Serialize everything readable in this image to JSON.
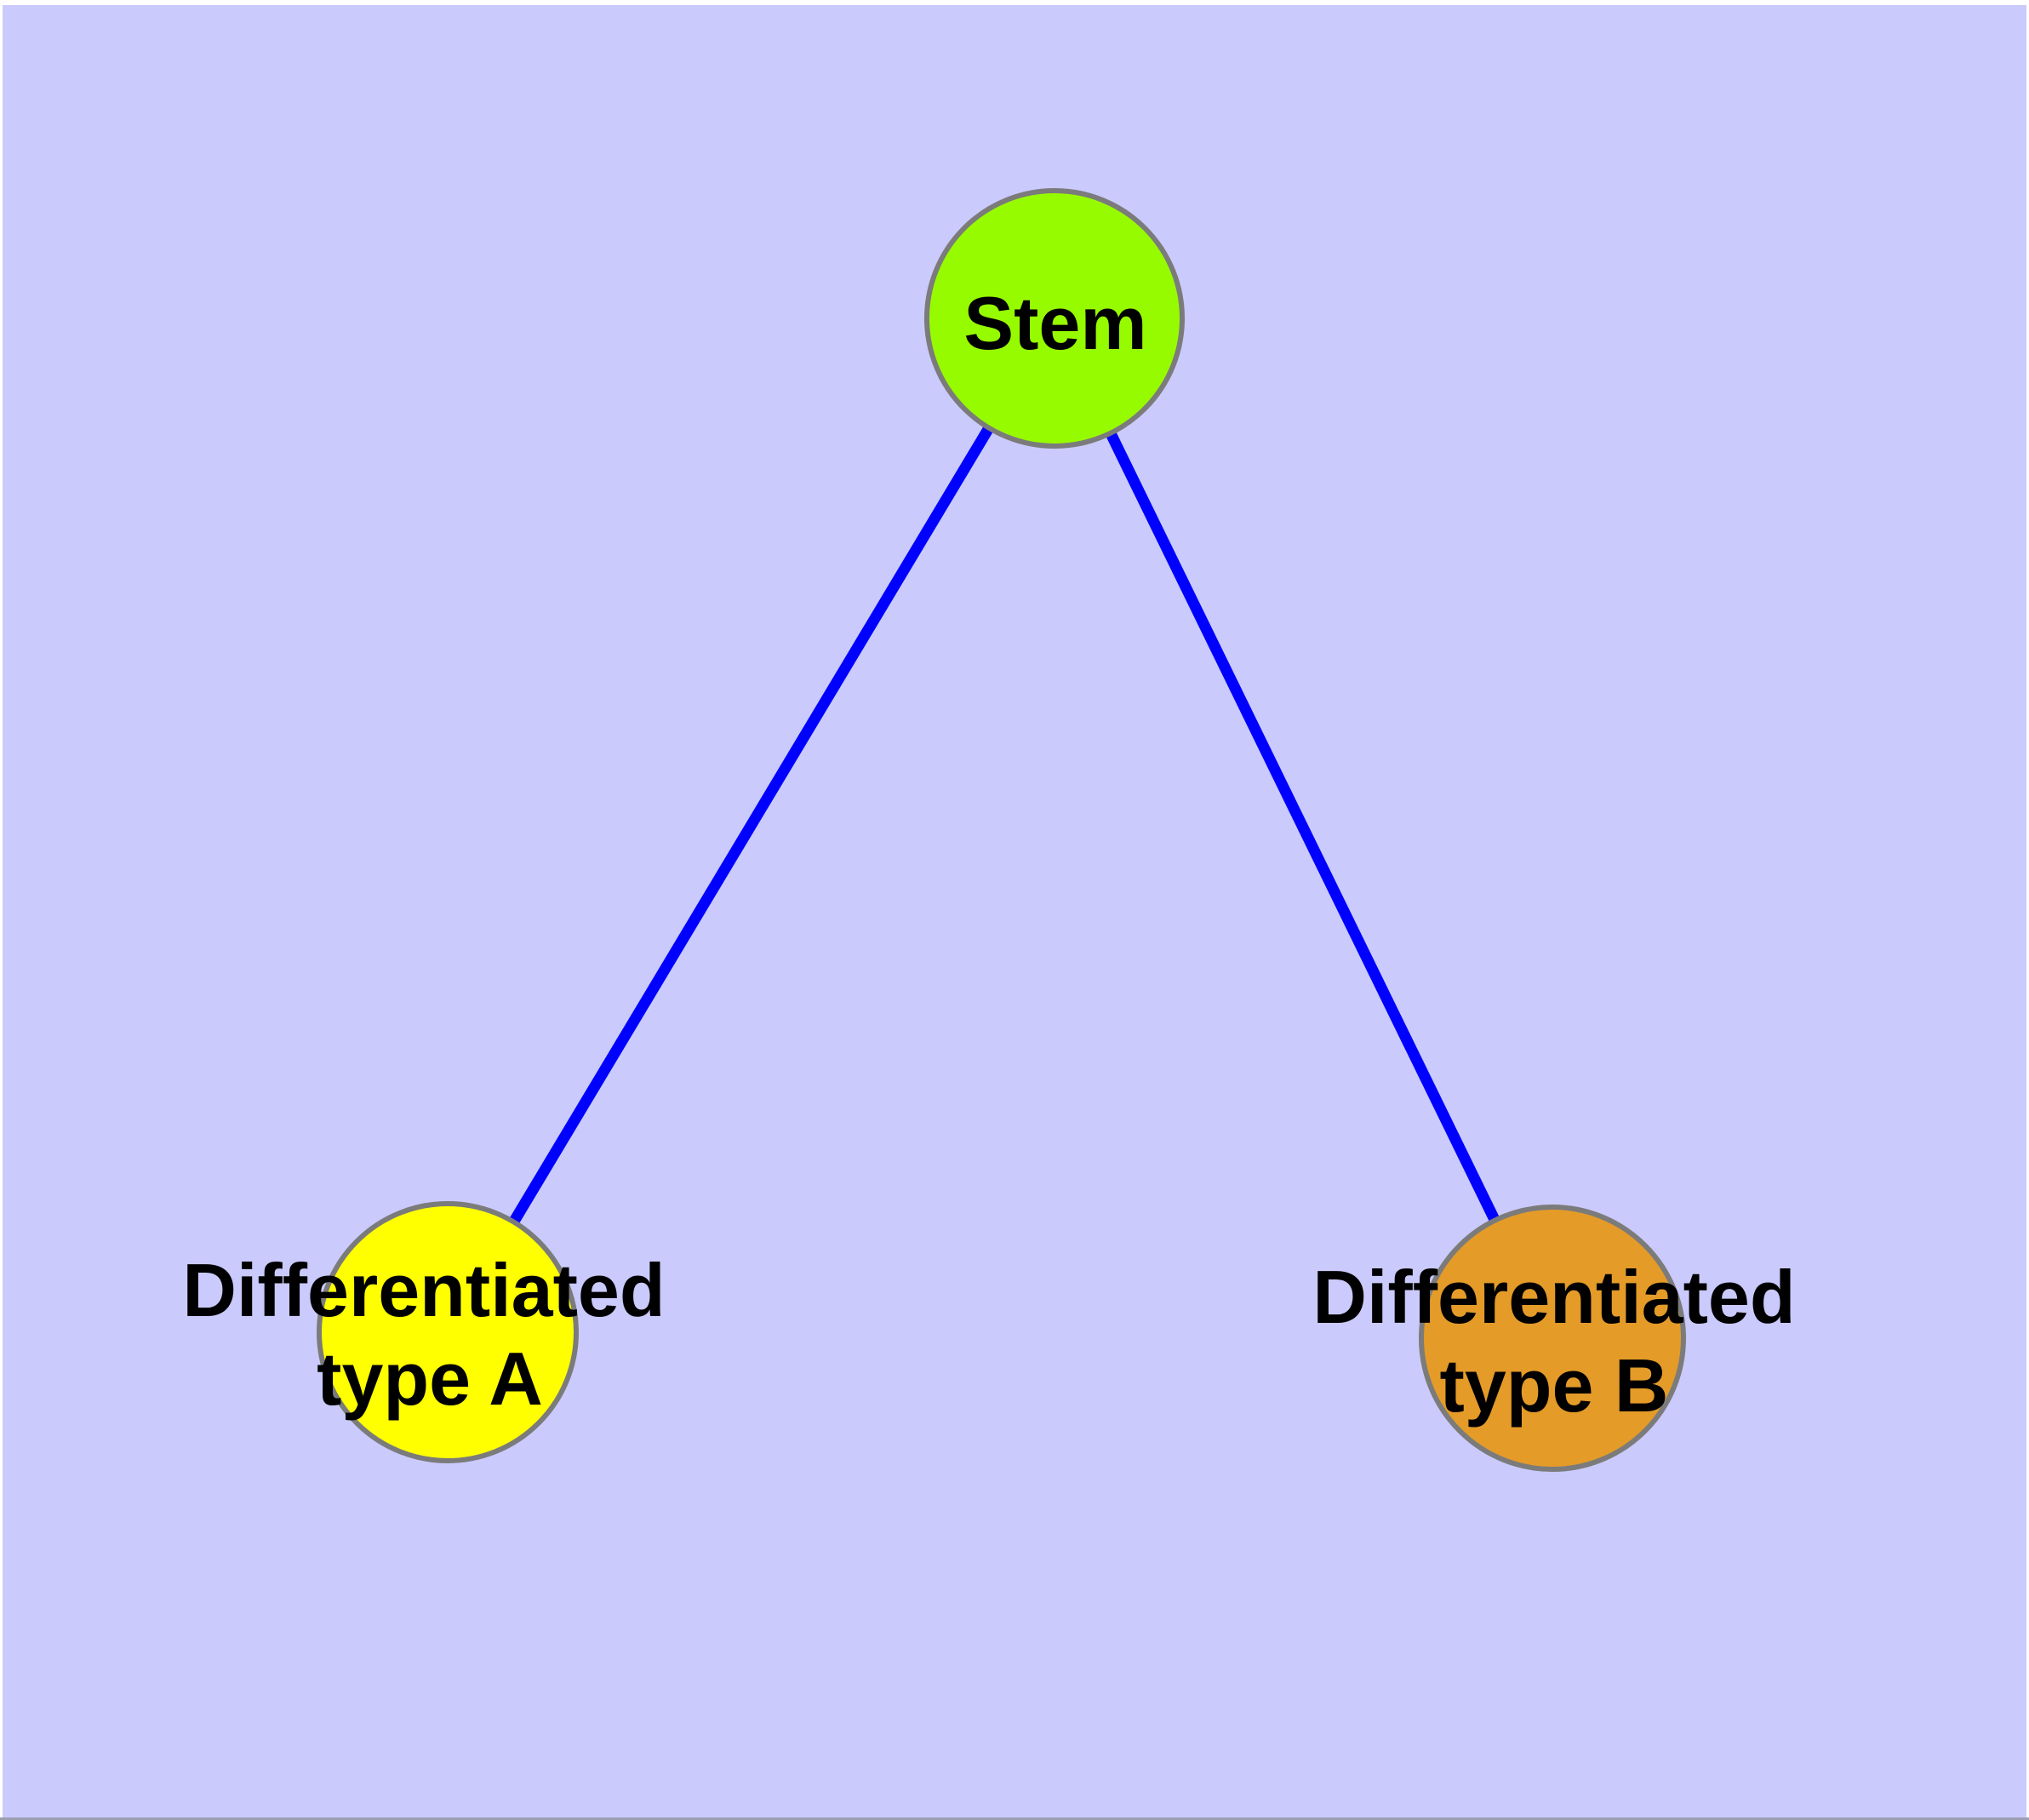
{
  "diagram": {
    "nodes": {
      "stem": {
        "label": "Stem",
        "fill": "#97fb00"
      },
      "type_a": {
        "label_line1": "Differentiated",
        "label_line2": "type A",
        "fill": "#ffff00"
      },
      "type_b": {
        "label_line1": "Differentiated",
        "label_line2": "type B",
        "fill": "#e49b28"
      }
    },
    "edges": [
      {
        "from": "stem",
        "to": "type_a"
      },
      {
        "from": "stem",
        "to": "type_b"
      }
    ],
    "colors": {
      "background": "#cacafc",
      "frame": "#ffffff",
      "edge": "#0000ff",
      "node_border": "#7b7b7b",
      "text": "#000000",
      "bottom_hairline": "#9e9eb4"
    }
  }
}
